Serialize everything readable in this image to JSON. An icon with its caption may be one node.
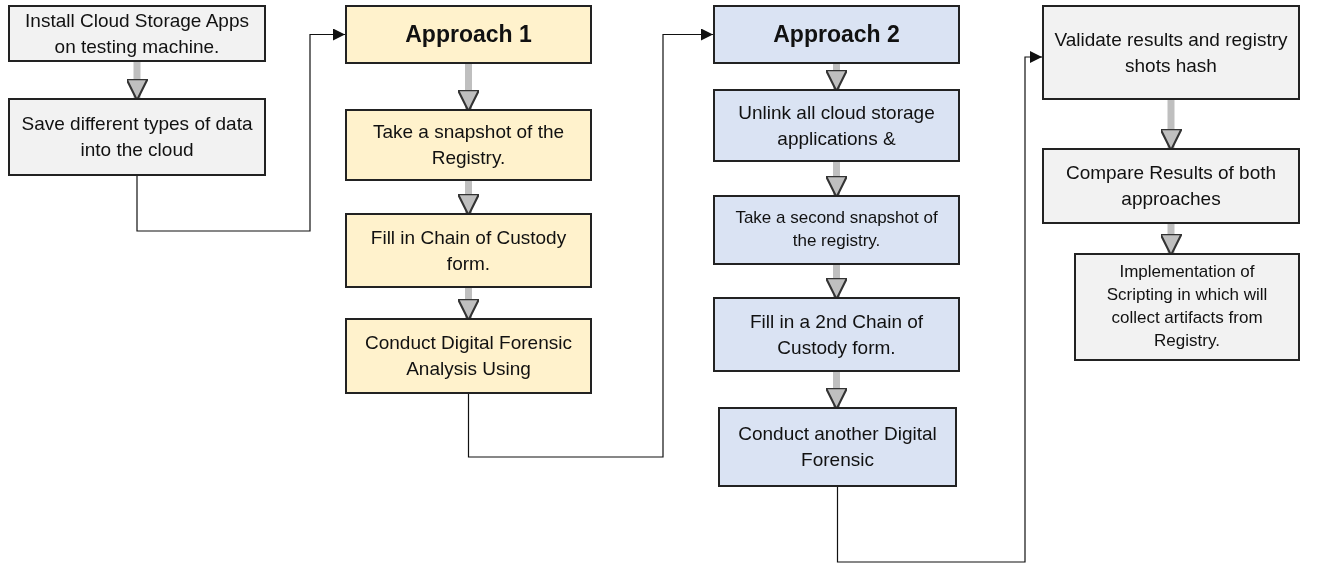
{
  "diagram": {
    "nodes": [
      {
        "text": [
          "Install Cloud Storage Apps on testing machine."
        ]
      },
      {
        "text": [
          "Save different types of data into the cloud"
        ]
      },
      {
        "text": [
          "Approach 1"
        ]
      },
      {
        "text": [
          "Take a snapshot of the Registry."
        ]
      },
      {
        "text": [
          "Fill in Chain of Custody form."
        ]
      },
      {
        "text": [
          "Conduct Digital Forensic Analysis Using"
        ]
      },
      {
        "text": [
          "Approach 2"
        ]
      },
      {
        "text": [
          "Unlink all cloud storage applications &"
        ]
      },
      {
        "text": [
          "Take a second snapshot of the registry."
        ]
      },
      {
        "text": [
          "Fill in a 2nd Chain of Custody form."
        ]
      },
      {
        "text": [
          "Conduct another Digital Forensic"
        ]
      },
      {
        "text": [
          "Validate results and registry shots hash"
        ]
      },
      {
        "text": [
          "Compare Results of both approaches"
        ]
      },
      {
        "text": [
          "Implementation of Scripting in which will collect artifacts from Registry."
        ]
      }
    ],
    "edges": [
      {
        "from": 0,
        "to": 1,
        "arrow": "to"
      },
      {
        "from": 1,
        "to": 2,
        "arrow": "to",
        "color": "#111111"
      },
      {
        "from": 2,
        "to": 3,
        "arrow": "to"
      },
      {
        "from": 3,
        "to": 4,
        "arrow": "to"
      },
      {
        "from": 4,
        "to": 5,
        "arrow": "to"
      },
      {
        "from": 5,
        "to": 6,
        "arrow": "to",
        "color": "#111111"
      },
      {
        "from": 6,
        "to": 7,
        "arrow": "to"
      },
      {
        "from": 7,
        "to": 8,
        "arrow": "to"
      },
      {
        "from": 8,
        "to": 9,
        "arrow": "to"
      },
      {
        "from": 9,
        "to": 10,
        "arrow": "to"
      },
      {
        "from": 10,
        "to": 11,
        "arrow": "to",
        "color": "#111111"
      },
      {
        "from": 11,
        "to": 12,
        "arrow": "to"
      },
      {
        "from": 12,
        "to": 13,
        "arrow": "to"
      }
    ]
  }
}
